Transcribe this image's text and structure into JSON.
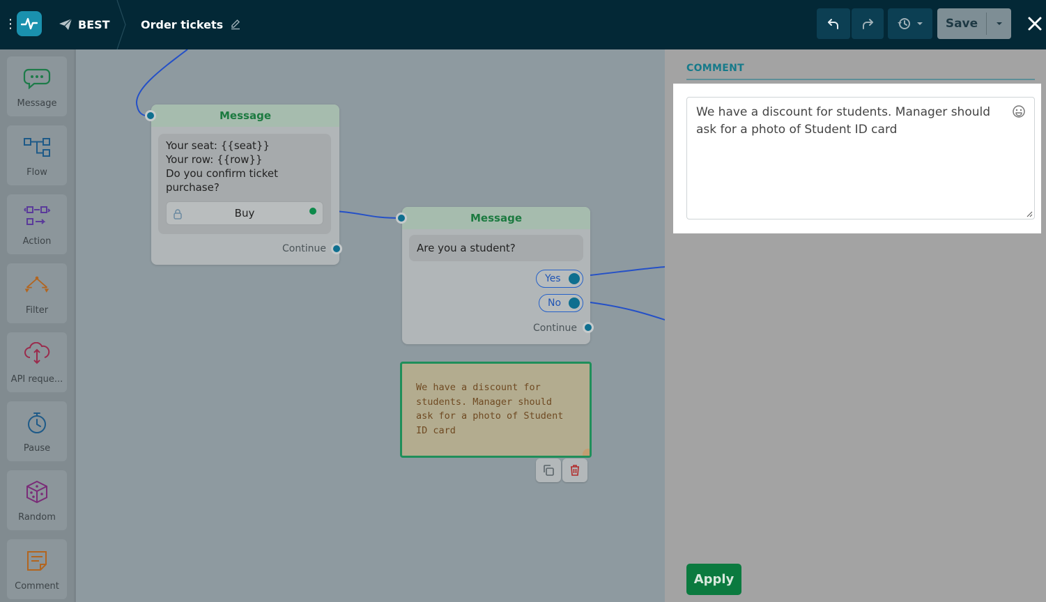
{
  "topbar": {
    "bot_name": "BEST",
    "flow_name": "Order tickets",
    "save_label": "Save"
  },
  "sidebar": {
    "items": [
      {
        "label": "Message",
        "icon": "message-icon"
      },
      {
        "label": "Flow",
        "icon": "flow-icon"
      },
      {
        "label": "Action",
        "icon": "action-icon"
      },
      {
        "label": "Filter",
        "icon": "filter-icon"
      },
      {
        "label": "API reque...",
        "icon": "api-request-icon"
      },
      {
        "label": "Pause",
        "icon": "pause-icon"
      },
      {
        "label": "Random",
        "icon": "random-icon"
      },
      {
        "label": "Comment",
        "icon": "comment-icon"
      }
    ]
  },
  "canvas": {
    "node1": {
      "title": "Message",
      "lines": [
        "Your seat: {{seat}}",
        "Your row: {{row}}",
        "Do you confirm ticket",
        "purchase?"
      ],
      "button": "Buy",
      "continue": "Continue"
    },
    "node2": {
      "title": "Message",
      "text": "Are you a student?",
      "answers": [
        "Yes",
        "No"
      ],
      "continue": "Continue"
    },
    "comment": {
      "lines": [
        "We have a discount for",
        "students. Manager should",
        "ask for a photo of Student",
        "ID card"
      ]
    }
  },
  "panel": {
    "title": "COMMENT",
    "value": "We have a discount for students. Manager should ask for a photo of Student ID card",
    "apply_label": "Apply"
  },
  "colors": {
    "topbar": "#032836",
    "accent": "#1a91ae",
    "node_header": "#1c7a40",
    "apply": "#0b7a3f"
  }
}
